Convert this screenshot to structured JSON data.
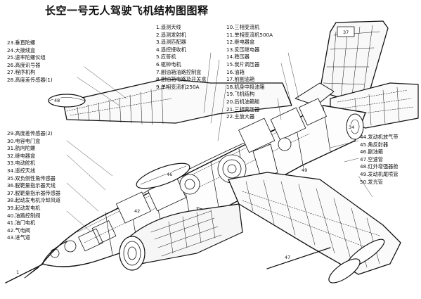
{
  "title": "长空一号无人驾驶飞机结构图图释",
  "legend_col_1": [
    "1.遥测天线",
    "2.遥测发射机",
    "3.遥测匹配器",
    "4.遥控接收机",
    "5.应答机",
    "6.驱钟电机",
    "7.副油箱油路控制盒",
    "8.副油箱电路及开关盒",
    "9.单相变流机250A"
  ],
  "legend_col_2": [
    "10.三相变流机",
    "11.单相变流机500A",
    "12.继电器盒",
    "13.反压继电器",
    "14.稳压器",
    "15.炭片调压器",
    "16.油箱",
    "17.前副油箱",
    "18.机身中段油箱",
    "19.飞机结构",
    "20.后机油箱舱",
    "21.三相变压器",
    "22.主放大器"
  ],
  "legend_col_3": [
    "23.垂直陀螺",
    "24.大接线盒",
    "25.速率陀螺仪组",
    "26.高度讯号器",
    "27.程序机构",
    "28.高度差传感器(1)"
  ],
  "legend_col_4": [
    "29.高度差传感器(2)",
    "30.电容电门盒",
    "31.航向陀螺",
    "32.继电器盒",
    "33.电动舵机",
    "34.遥控天线",
    "35.双负侧性角传感器",
    "36.脱靶量指示器天线",
    "37.脱靶量指示器传感器",
    "38.起动发电机冷却风道",
    "39.起动发电机",
    "40.油路控制阀",
    "41.油门电机",
    "42.气电阀",
    "43.进气道"
  ],
  "legend_col_5": [
    "44.发动机放气带",
    "45.角反射器",
    "46.副油箱",
    "47.空速管",
    "48.红外增强器舱",
    "49.发动机尾喷管",
    "50.发光管"
  ],
  "callouts": [
    "1",
    "34",
    "37",
    "42",
    "46",
    "47",
    "48",
    "49"
  ]
}
